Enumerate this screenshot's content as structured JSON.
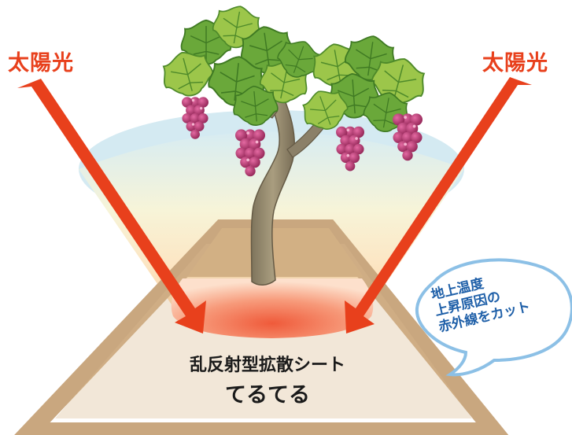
{
  "sunlight_labels": {
    "left": "太陽光",
    "right": "太陽光"
  },
  "sheet": {
    "line1": "乱反射型拡散シート",
    "line2": "てるてる"
  },
  "callout": {
    "lines": [
      "地上温度",
      "上昇原因の",
      "赤外線をカット"
    ]
  },
  "colors": {
    "sunlight_arrow": "#e8401c",
    "sheet_frame": "#c9a77f",
    "callout_text": "#1e5fa8",
    "callout_border": "#8cc0e6",
    "grape": "#b8326e",
    "leaf": "#6aa83a"
  },
  "icons": {
    "plant": "grape-vine-icon",
    "sunlight": "arrow-icon"
  }
}
